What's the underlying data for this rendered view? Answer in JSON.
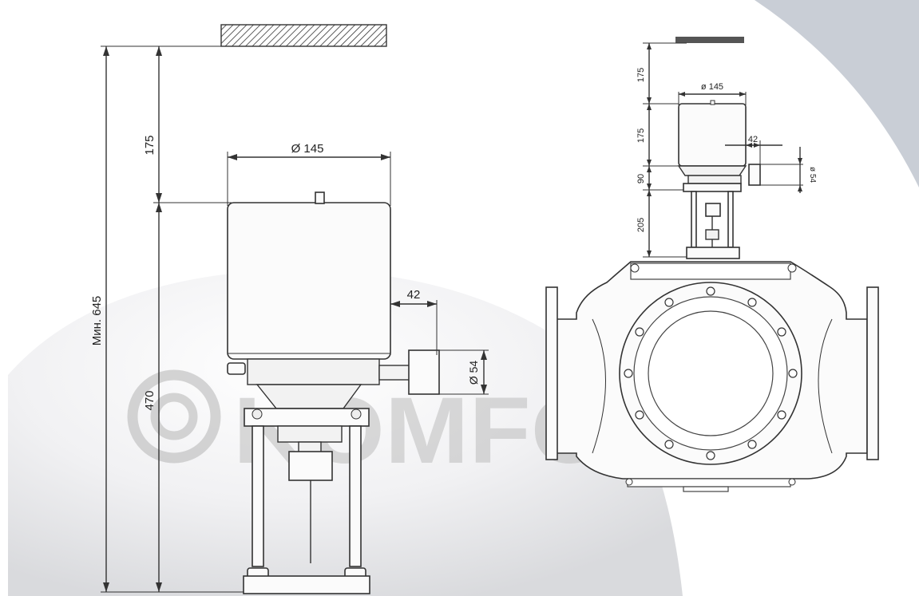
{
  "colors": {
    "background": "#ffffff",
    "dome": "#e9e9ec",
    "arc": "#c9ced6",
    "watermark": "#bdbdbd",
    "line": "#333333"
  },
  "watermark": {
    "text": "KOMFORT",
    "icon": "circle-logo-icon"
  },
  "left_view": {
    "dim_total": "Мин. 645",
    "dim_top": "175",
    "dim_body": "470",
    "dim_diameter": "Ø 145",
    "dim_offset": "42",
    "dim_connector": "Ø 54"
  },
  "right_view": {
    "dim_top": "175",
    "dim_diameter": "ø 145",
    "dim_actuator": "175",
    "dim_offset": "42",
    "dim_connector": "ø 54",
    "dim_bracket": "90",
    "dim_stem": "205"
  }
}
